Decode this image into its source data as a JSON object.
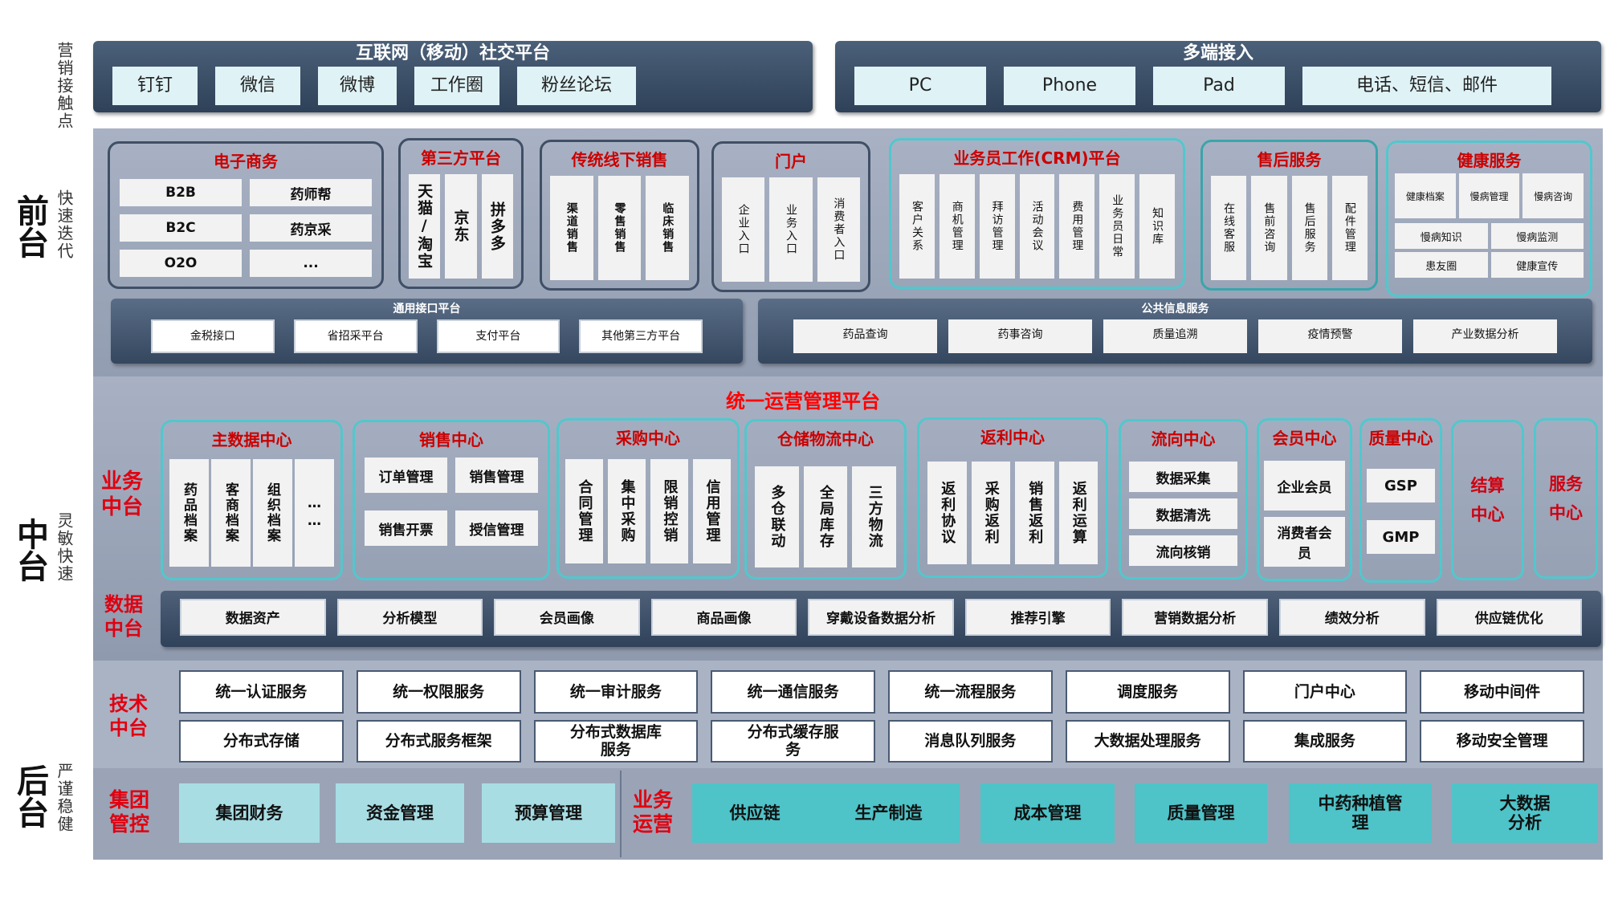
{
  "side": {
    "touch": "营销接触点",
    "front": "前台",
    "front_sub": "快速迭代",
    "middle": "中台",
    "middle_sub": "灵敏快速",
    "back": "后台",
    "back_sub": "严谨稳健"
  },
  "top": {
    "social": {
      "title": "互联网（移动）社交平台",
      "items": [
        "钉钉",
        "微信",
        "微博",
        "工作圈",
        "粉丝论坛"
      ]
    },
    "multi": {
      "title": "多端接入",
      "items": [
        "PC",
        "Phone",
        "Pad",
        "电话、短信、邮件"
      ]
    }
  },
  "front": {
    "ecommerce": {
      "title": "电子商务",
      "items": [
        "B2B",
        "药师帮",
        "B2C",
        "药京采",
        "O2O",
        "..."
      ]
    },
    "third": {
      "title": "第三方平台",
      "items": [
        "天猫/淘宝",
        "京东",
        "拼多多"
      ]
    },
    "offline": {
      "title": "传统线下销售",
      "items": [
        "渠道销售",
        "零售销售",
        "临床销售"
      ]
    },
    "portal": {
      "title": "门户",
      "items": [
        "企业入口",
        "业务入口",
        "消费者入口"
      ]
    },
    "crm": {
      "title": "业务员工作(CRM)平台",
      "items": [
        "客户关系",
        "商机管理",
        "拜访管理",
        "活动会议",
        "费用管理",
        "业务员日常",
        "知识库"
      ]
    },
    "aftersale": {
      "title": "售后服务",
      "items": [
        "在线客服",
        "售前咨询",
        "售后服务",
        "配件管理"
      ]
    },
    "health": {
      "title": "健康服务",
      "row1": [
        "健康档案",
        "慢病管理",
        "慢病咨询"
      ],
      "rest": [
        "慢病知识",
        "慢病监测",
        "患友圈",
        "健康宣传"
      ]
    },
    "interface": {
      "title": "通用接口平台",
      "items": [
        "金税接口",
        "省招采平台",
        "支付平台",
        "其他第三方平台"
      ]
    },
    "public": {
      "title": "公共信息服务",
      "items": [
        "药品查询",
        "药事咨询",
        "质量追溯",
        "疫情预警",
        "产业数据分析"
      ]
    }
  },
  "middle": {
    "title": "统一运营管理平台",
    "biz_label": "业务中台",
    "data_label": "数据中台",
    "master": {
      "title": "主数据中心",
      "items": [
        "药品档案",
        "客商档案",
        "组织档案",
        "……"
      ]
    },
    "sales": {
      "title": "销售中心",
      "items": [
        "订单管理",
        "销售管理",
        "销售开票",
        "授信管理"
      ]
    },
    "purchase": {
      "title": "采购中心",
      "items": [
        "合同管理",
        "集中采购",
        "限销控销",
        "信用管理"
      ]
    },
    "logistics": {
      "title": "仓储物流中心",
      "items": [
        "多仓联动",
        "全局库存",
        "三方物流"
      ]
    },
    "rebate": {
      "title": "返利中心",
      "items": [
        "返利协议",
        "采购返利",
        "销售返利",
        "返利运算"
      ]
    },
    "flow": {
      "title": "流向中心",
      "items": [
        "数据采集",
        "数据清洗",
        "流向核销"
      ]
    },
    "member": {
      "title": "会员中心",
      "items": [
        "企业会员",
        "消费者会员"
      ]
    },
    "quality": {
      "title": "质量中心",
      "items": [
        "GSP",
        "GMP"
      ]
    },
    "settle": {
      "title": "结算中心"
    },
    "service": {
      "title": "服务中心"
    },
    "data_items": [
      "数据资产",
      "分析模型",
      "会员画像",
      "商品画像",
      "穿戴设备数据分析",
      "推荐引擎",
      "营销数据分析",
      "绩效分析",
      "供应链优化"
    ]
  },
  "tech": {
    "label": "技术中台",
    "items": [
      "统一认证服务",
      "统一权限服务",
      "统一审计服务",
      "统一通信服务",
      "统一流程服务",
      "调度服务",
      "门户中心",
      "移动中间件",
      "分布式存储",
      "分布式服务框架",
      "分布式数据库服务",
      "分布式缓存服务",
      "消息队列服务",
      "大数据处理服务",
      "集成服务",
      "移动安全管理"
    ]
  },
  "back": {
    "group_label": "集团管控",
    "group_items": [
      "集团财务",
      "资金管理",
      "预算管理"
    ],
    "ops_label": "业务运营",
    "ops_items": [
      "供应链",
      "生产制造",
      "成本管理",
      "质量管理",
      "中药种植管理",
      "大数据分析"
    ]
  }
}
